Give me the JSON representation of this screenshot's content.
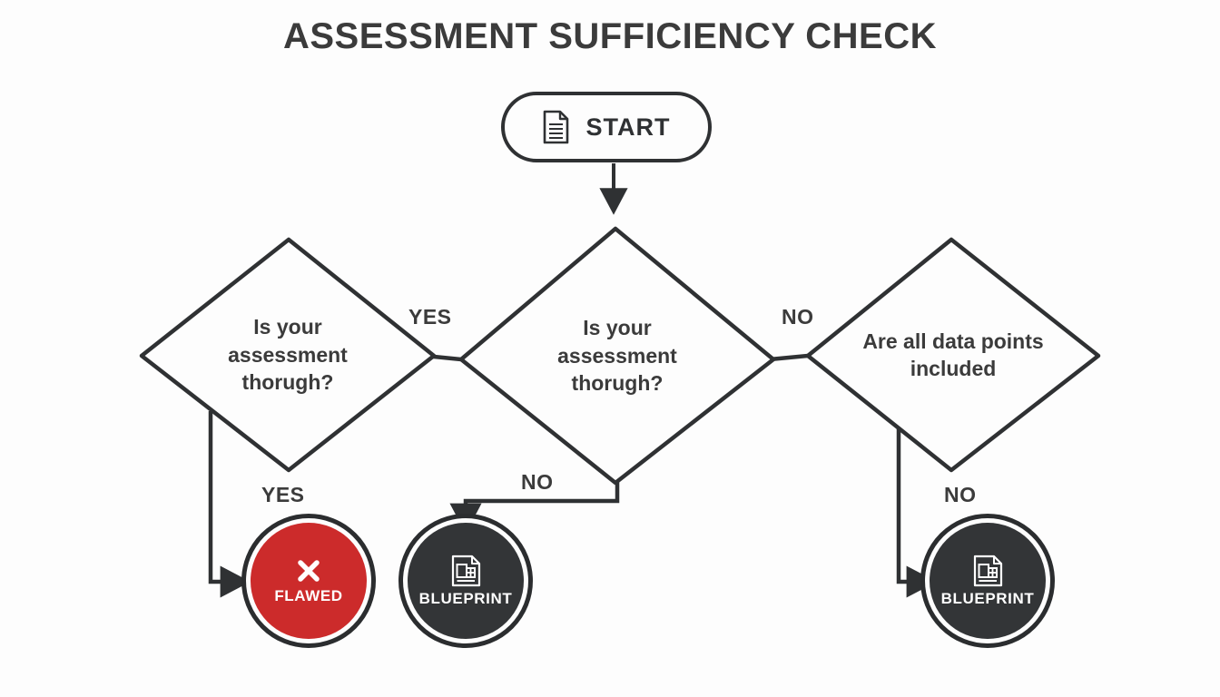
{
  "diagram": {
    "title": "ASSESSMENT SUFFICIENCY CHECK",
    "background_color": "#fdfdfd",
    "line_color": "#2f3133",
    "text_color": "#3b3b3b",
    "accent_red": "#cc2b2b",
    "accent_dark": "#333537"
  },
  "nodes": {
    "start": {
      "label": "START",
      "icon": "document-icon",
      "shape": "rounded-pill"
    },
    "decision_left": {
      "text": "Is your assessment thorugh?",
      "shape": "diamond"
    },
    "decision_center": {
      "text": "Is your assessment thorugh?",
      "shape": "diamond"
    },
    "decision_right": {
      "text": "Are all data points included",
      "shape": "diamond"
    },
    "terminal_flawed": {
      "label": "FLAWED",
      "icon": "x-mark-icon",
      "shape": "circle",
      "color": "#cc2b2b"
    },
    "terminal_blueprint_center": {
      "label": "BLUEPRINT",
      "icon": "blueprint-icon",
      "shape": "circle",
      "color": "#333537"
    },
    "terminal_blueprint_right": {
      "label": "BLUEPRINT",
      "icon": "blueprint-icon",
      "shape": "circle",
      "color": "#333537"
    }
  },
  "edges": {
    "center_to_left": "YES",
    "center_to_right": "NO",
    "left_to_flawed": "YES",
    "center_to_blueprint": "NO",
    "right_to_blueprint": "NO"
  }
}
